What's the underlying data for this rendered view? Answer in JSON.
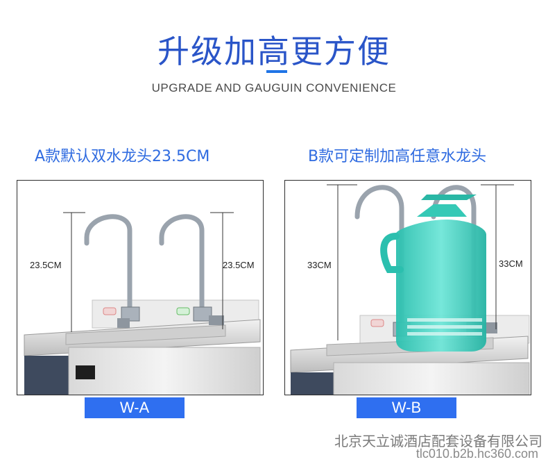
{
  "header": {
    "title": "升级加高更方便",
    "subtitle": "UPGRADE AND GAUGUIN CONVENIENCE"
  },
  "models": [
    {
      "caption": "A款默认双水龙头23.5CM",
      "height_label_left": "23.5CM",
      "height_label_right": "23.5CM",
      "tag": "W-A"
    },
    {
      "caption": "B款可定制加高任意水龙头",
      "height_label_left": "33CM",
      "height_label_right": "33CM",
      "tag": "W-B"
    }
  ],
  "watermark": {
    "company": "北京天立诚酒店配套设备有限公司",
    "url": "tlc010.b2b.hc360.com"
  },
  "colors": {
    "accent": "#2f6ff0",
    "title": "#2a55c8",
    "flask": "#3fd6c4"
  }
}
